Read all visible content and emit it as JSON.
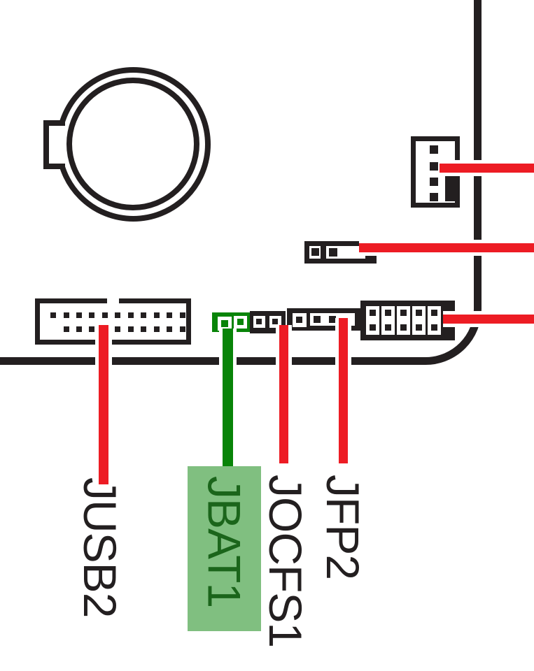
{
  "labels": {
    "jusb2": "JUSB2",
    "jbat1": "JBAT1",
    "jocfs1": "JOCFS1",
    "jfp2": "JFP2"
  },
  "highlighted_label": "JBAT1",
  "colors": {
    "artwork_black": "#231F20",
    "leader_red": "#ED1C24",
    "leader_green": "#088408",
    "highlight_box_bg": "#80BF80",
    "highlight_box_text": "#1B651B"
  }
}
